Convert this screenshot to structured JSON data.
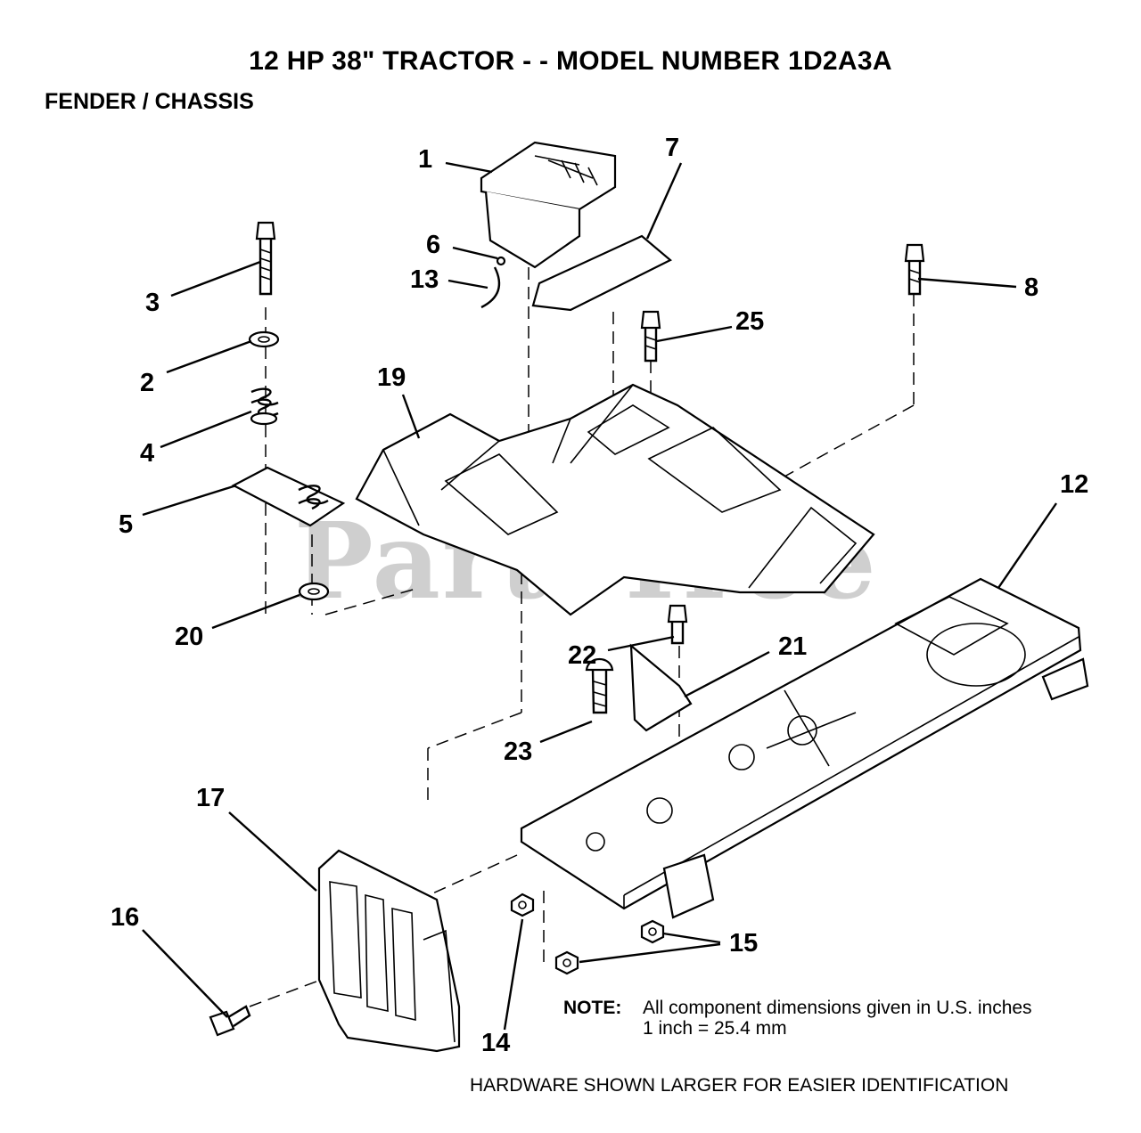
{
  "title": "12 HP 38\" TRACTOR - - MODEL NUMBER 1D2A3A",
  "subtitle": "FENDER / CHASSIS",
  "watermark": "PartsTree",
  "callouts": {
    "c1": "1",
    "c2": "2",
    "c3": "3",
    "c4": "4",
    "c5": "5",
    "c6": "6",
    "c7": "7",
    "c8": "8",
    "c12": "12",
    "c13": "13",
    "c14": "14",
    "c15": "15",
    "c16": "16",
    "c17": "17",
    "c19": "19",
    "c20": "20",
    "c21": "21",
    "c22": "22",
    "c23": "23",
    "c25": "25"
  },
  "note": {
    "label": "NOTE:",
    "text": "All component dimensions given in U.S. inches",
    "conversion": "1 inch = 25.4 mm"
  },
  "footer": "HARDWARE SHOWN LARGER FOR EASIER IDENTIFICATION"
}
